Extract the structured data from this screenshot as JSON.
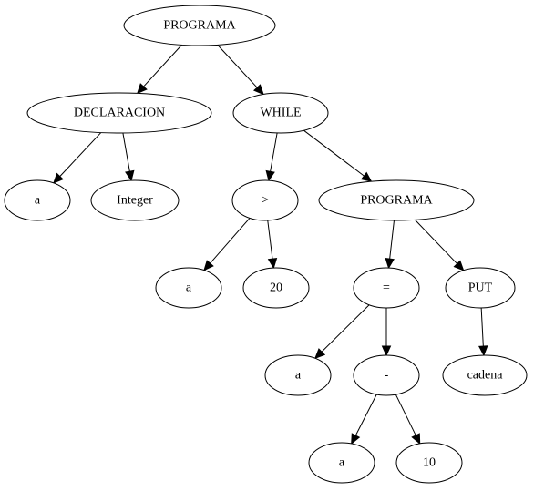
{
  "diagram": {
    "type": "tree",
    "nodes": [
      {
        "id": "n1",
        "label": "PROGRAMA"
      },
      {
        "id": "n2",
        "label": "DECLARACION"
      },
      {
        "id": "n3",
        "label": "WHILE"
      },
      {
        "id": "n4",
        "label": "a"
      },
      {
        "id": "n5",
        "label": "Integer"
      },
      {
        "id": "n6",
        "label": ">"
      },
      {
        "id": "n7",
        "label": "PROGRAMA"
      },
      {
        "id": "n8",
        "label": "a"
      },
      {
        "id": "n9",
        "label": "20"
      },
      {
        "id": "n10",
        "label": "="
      },
      {
        "id": "n11",
        "label": "PUT"
      },
      {
        "id": "n12",
        "label": "a"
      },
      {
        "id": "n13",
        "label": "-"
      },
      {
        "id": "n14",
        "label": "cadena"
      },
      {
        "id": "n15",
        "label": "a"
      },
      {
        "id": "n16",
        "label": "10"
      }
    ],
    "edges": [
      {
        "from": "n1",
        "to": "n2"
      },
      {
        "from": "n1",
        "to": "n3"
      },
      {
        "from": "n2",
        "to": "n4"
      },
      {
        "from": "n2",
        "to": "n5"
      },
      {
        "from": "n3",
        "to": "n6"
      },
      {
        "from": "n3",
        "to": "n7"
      },
      {
        "from": "n6",
        "to": "n8"
      },
      {
        "from": "n6",
        "to": "n9"
      },
      {
        "from": "n7",
        "to": "n10"
      },
      {
        "from": "n7",
        "to": "n11"
      },
      {
        "from": "n10",
        "to": "n12"
      },
      {
        "from": "n10",
        "to": "n13"
      },
      {
        "from": "n11",
        "to": "n14"
      },
      {
        "from": "n13",
        "to": "n15"
      },
      {
        "from": "n13",
        "to": "n16"
      }
    ]
  }
}
